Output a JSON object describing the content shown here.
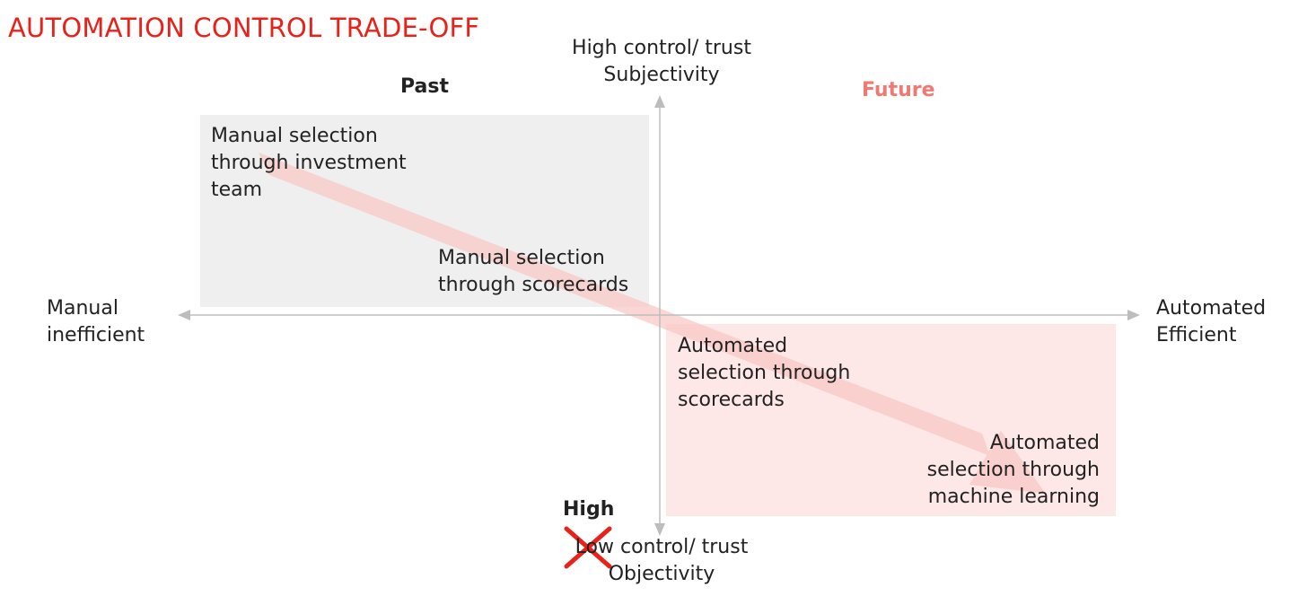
{
  "title": "AUTOMATION CONTROL TRADE-OFF",
  "axes": {
    "top_line1": "High control/ trust",
    "top_line2": "Subjectivity",
    "bottom_strike": "High",
    "bottom_line1": "Low control/ trust",
    "bottom_line2": "Objectivity",
    "left_line1": "Manual",
    "left_line2": "inefficient",
    "right_line1": "Automated",
    "right_line2": "Efficient"
  },
  "quadrants": {
    "past_label": "Past",
    "future_label": "Future",
    "future_color": "#f07a73"
  },
  "items": {
    "manual_investment": [
      "Manual  selection",
      "through investment",
      "team"
    ],
    "manual_scorecards": [
      "Manual  selection",
      "through scorecards"
    ],
    "automated_scorecards": [
      "Automated",
      "selection through",
      "scorecards"
    ],
    "automated_ml": [
      "Automated",
      "selection through",
      "machine learning"
    ]
  },
  "colors": {
    "title": "#e8211b",
    "past_box": "#efefef",
    "future_box": "#fde7e7",
    "trend_arrow": "#f8c9c6",
    "axis": "#bdbdbd",
    "cross": "#e8211b"
  }
}
